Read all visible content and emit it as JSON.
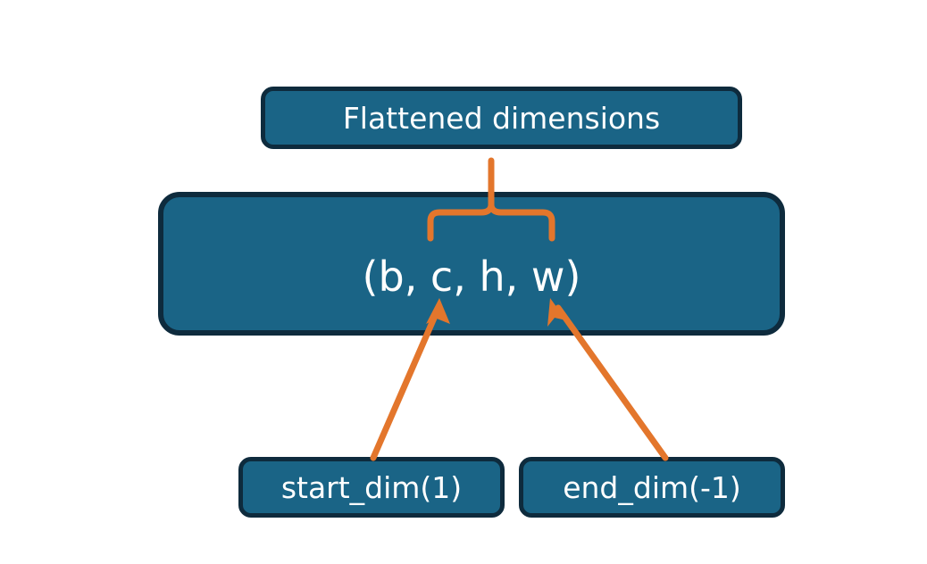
{
  "diagram": {
    "title_node": {
      "label": "Flattened dimensions",
      "name": "flattened-dimensions-box"
    },
    "shape_node": {
      "label": "(b, c, h, w)",
      "name": "tensor-shape-box"
    },
    "start_node": {
      "label": "start_dim(1)",
      "name": "start-dim-box"
    },
    "end_node": {
      "label": "end_dim(-1)",
      "name": "end-dim-box"
    },
    "connectors": {
      "brace": {
        "name": "flattened-range-brace",
        "description": "curly brace spanning c, h, w dimensions pointing up to Flattened dimensions"
      },
      "arrow_start": {
        "name": "start-dim-arrow",
        "description": "arrow from start_dim(1) up to the c dimension"
      },
      "arrow_end": {
        "name": "end-dim-arrow",
        "description": "arrow from end_dim(-1) up to the w dimension"
      }
    },
    "colors": {
      "box_fill": "#1A6486",
      "box_border": "#0E2B3D",
      "text": "#FFFFFF",
      "accent": "#E3762C",
      "background": "#FFFFFF"
    }
  }
}
